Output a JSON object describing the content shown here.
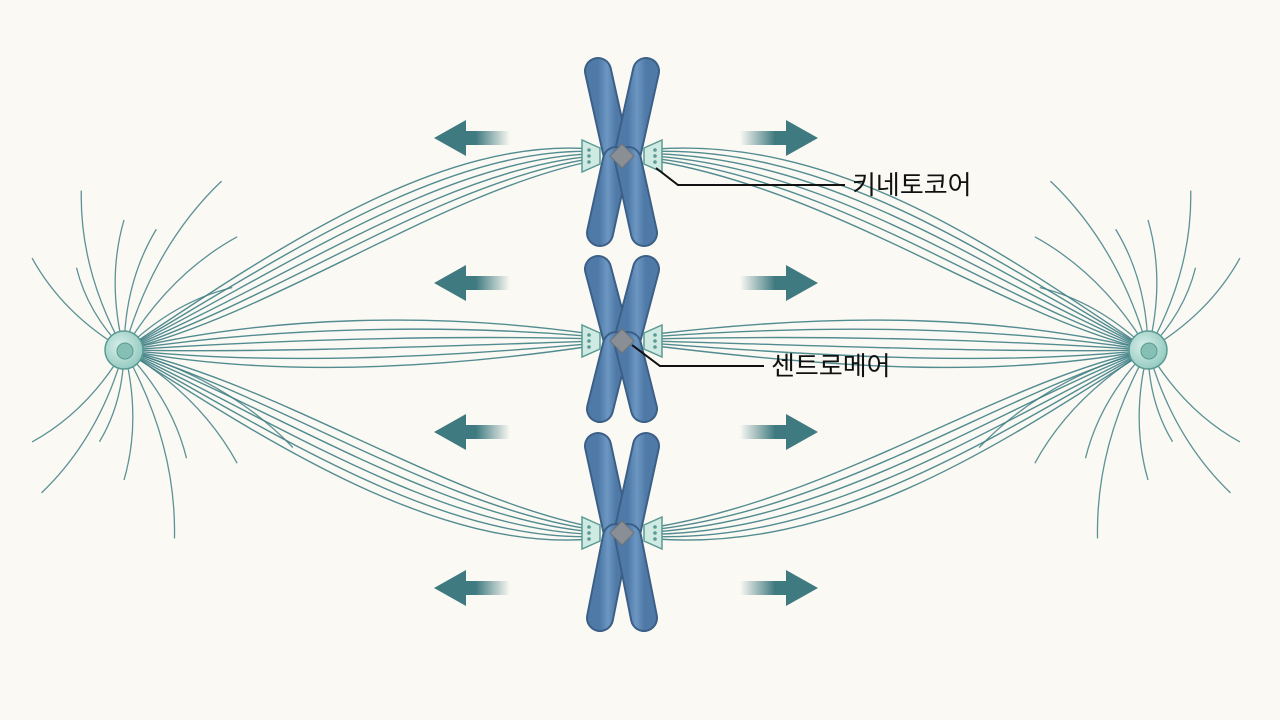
{
  "labels": {
    "kinetochore": "키네토코어",
    "centromere": "센트로메어"
  },
  "colors": {
    "background": "#fbf9f3",
    "spindle_fiber": "#3f7f86",
    "arrow": "#3f7a80",
    "chromosome_fill": "#5b86b3",
    "chromosome_stroke": "#3b5f86",
    "centromere": "#8a8f95",
    "kinetochore_fill": "#cfe9e3",
    "kinetochore_stroke": "#5a9a92",
    "centrosome": "#9fd1c8",
    "leader_line": "#111111"
  },
  "icons": {
    "spindle_pole": "centrosome",
    "movement_arrow": "arrow",
    "chromosome": "x-shaped-chromosome"
  }
}
